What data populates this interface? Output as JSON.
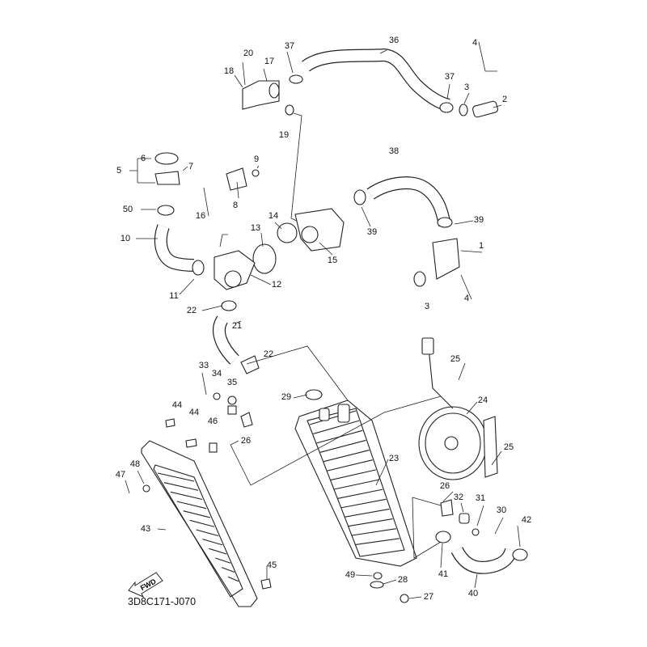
{
  "diagram": {
    "code": "3D8C171-J070",
    "fwd_label": "FWD",
    "callouts": [
      "36",
      "37",
      "37",
      "4",
      "3",
      "2",
      "20",
      "17",
      "18",
      "19",
      "38",
      "6",
      "7",
      "5",
      "9",
      "16",
      "8",
      "50",
      "14",
      "13",
      "39",
      "39",
      "1",
      "15",
      "10",
      "12",
      "11",
      "3",
      "4",
      "22",
      "21",
      "22",
      "33",
      "34",
      "35",
      "25",
      "29",
      "24",
      "44",
      "44",
      "46",
      "26",
      "23",
      "25",
      "47",
      "48",
      "26",
      "32",
      "31",
      "30",
      "42",
      "43",
      "41",
      "45",
      "49",
      "28",
      "40",
      "27"
    ]
  }
}
